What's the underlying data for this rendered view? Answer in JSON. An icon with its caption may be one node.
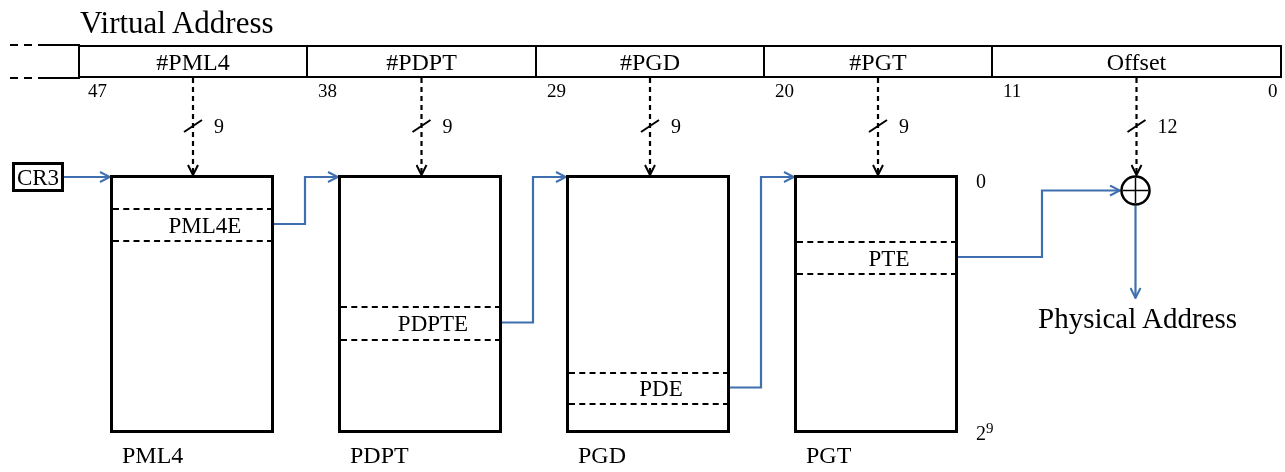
{
  "diagram": {
    "nodes": [
      {
        "text": [
          "Virtual Address"
        ]
      },
      {
        "text": [
          "#PML4"
        ],
        "in": 0
      },
      {
        "text": [
          "#PDPT"
        ],
        "in": 0
      },
      {
        "text": [
          "#PGD"
        ],
        "in": 0
      },
      {
        "text": [
          "#PGT"
        ],
        "in": 0
      },
      {
        "text": [
          "Offset"
        ],
        "in": 0
      },
      {
        "text": [
          "CR3"
        ]
      },
      {
        "text": [],
        "shape": "box",
        "beside": [
          "PML4"
        ]
      },
      {
        "text": [
          "PML4E"
        ],
        "in": 7
      },
      {
        "text": [],
        "shape": "box",
        "beside": [
          "PDPT"
        ]
      },
      {
        "text": [
          "PDPTE"
        ],
        "in": 9
      },
      {
        "text": [],
        "shape": "box",
        "beside": [
          "PGD"
        ]
      },
      {
        "text": [
          "PDE"
        ],
        "in": 11
      },
      {
        "text": [],
        "shape": "box",
        "beside": [
          "PGT",
          "0",
          "2$^{9}$"
        ]
      },
      {
        "text": [
          "PTE"
        ],
        "in": 13
      },
      {
        "text": [],
        "shape": "circle"
      },
      {
        "text": [
          "Physical Address"
        ]
      }
    ],
    "edges": [
      {
        "from": 1,
        "to": 7,
        "arrow": "to",
        "label": "9",
        "style": "dashed",
        "color": "#000000"
      },
      {
        "from": 2,
        "to": 9,
        "arrow": "to",
        "label": "9",
        "style": "dashed",
        "color": "#000000"
      },
      {
        "from": 3,
        "to": 11,
        "arrow": "to",
        "label": "9",
        "style": "dashed",
        "color": "#000000"
      },
      {
        "from": 4,
        "to": 13,
        "arrow": "to",
        "label": "9",
        "style": "dashed",
        "color": "#000000"
      },
      {
        "from": 5,
        "to": 15,
        "arrow": "to",
        "label": "12",
        "style": "dashed",
        "color": "#000000"
      },
      {
        "from": 6,
        "to": 7,
        "arrow": "to"
      },
      {
        "from": 8,
        "to": 9,
        "arrow": "to"
      },
      {
        "from": 10,
        "to": 11,
        "arrow": "to"
      },
      {
        "from": 12,
        "to": 13,
        "arrow": "to"
      },
      {
        "from": 14,
        "to": 15,
        "arrow": "to"
      },
      {
        "from": 15,
        "to": 16,
        "arrow": "to"
      }
    ],
    "labels": [
      "47",
      "38",
      "29",
      "20",
      "11",
      "0"
    ]
  }
}
